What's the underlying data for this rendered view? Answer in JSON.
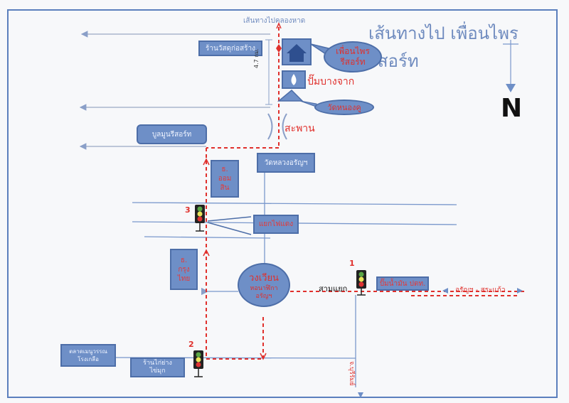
{
  "title": "เส้นทางไป เพื่อนไพร รีสอร์ท",
  "compass": {
    "label": "N"
  },
  "colors": {
    "road": "#7a98cc",
    "route": "#e0302c",
    "box_fill": "#6e8fc7",
    "border": "#5b7fbd"
  },
  "roads": {
    "to_klong_hat": "เส้นทางไปคลองหาด",
    "aranya_sa_kaeo": "อรัญฯ - สระแก้ว",
    "ch_buriram": "จ.บุรีรัมย์"
  },
  "distance": "4.7 กม.",
  "landmarks": {
    "construction_store": "ร้านวัสดุก่อสร้าง",
    "destination": "เพื่อนไพร\nรีสอร์ท",
    "gas_bang_chak": "ปั๊มบางจาก",
    "wat_nong_khu": "วัดหนองคู",
    "bridge": "สะพาน",
    "bulamun_resort": "บูลมูนรีสอร์ท",
    "gsb_bank": "ธ.\nออม\nสิน",
    "wat_luang_aranya": "วัดหลวงอรัญฯ",
    "traffic_light_junction": "แยกไฟแดง",
    "ktb_bank": "ธ.\nกรุง\nไทย",
    "roundabout_title": "วงเวียน",
    "roundabout_sub": "หอนาฬิกา\nอรัญฯ",
    "three_way": "สามแยก",
    "ptt_gas": "ปั๊มน้ำมัน ปตท.",
    "market": "ตลาดเมนูวรรณ\nโรงเกลือ",
    "chicken_shop": "ร้านไก่ย่าง\nไข่มุก"
  },
  "traffic_lights": [
    {
      "number": "1"
    },
    {
      "number": "2"
    },
    {
      "number": "3"
    }
  ]
}
